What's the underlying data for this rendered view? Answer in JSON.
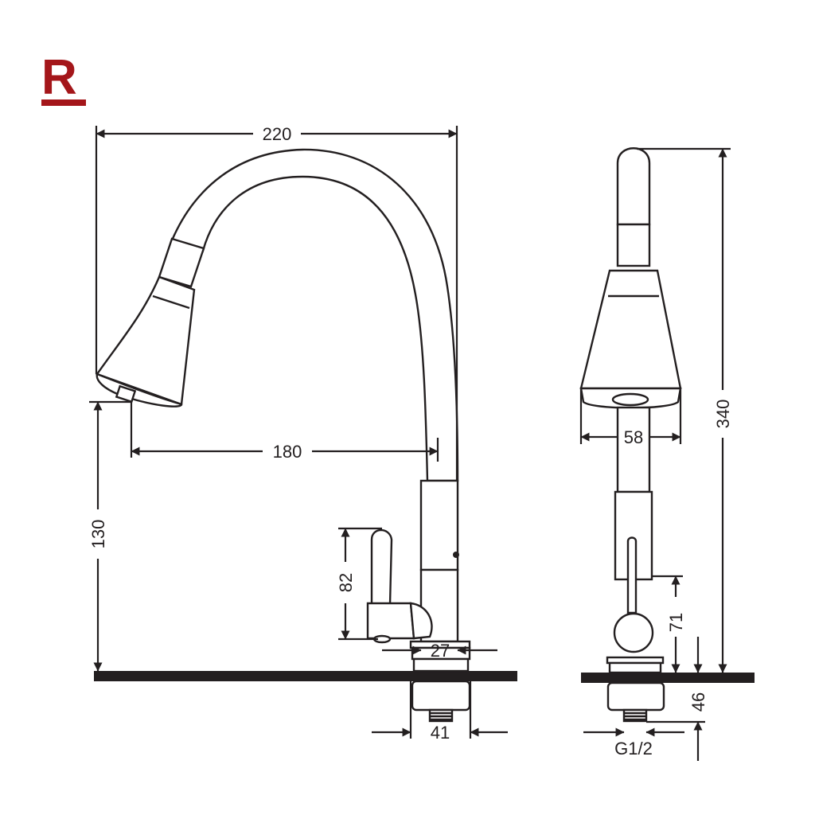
{
  "brand": {
    "logo_letter": "R",
    "logo_color": "#a4161a"
  },
  "colors": {
    "ink": "#231f20",
    "counter": "#231f20",
    "background": "#ffffff"
  },
  "dimensions": {
    "overall_width": "220",
    "spout_reach": "180",
    "spout_height": "130",
    "handle_height": "82",
    "body_diameter": "27",
    "base_nut_diameter": "41",
    "spray_head_diameter": "58",
    "overall_height": "340",
    "side_body_height": "71",
    "shank_length": "46",
    "thread": "G1/2"
  }
}
